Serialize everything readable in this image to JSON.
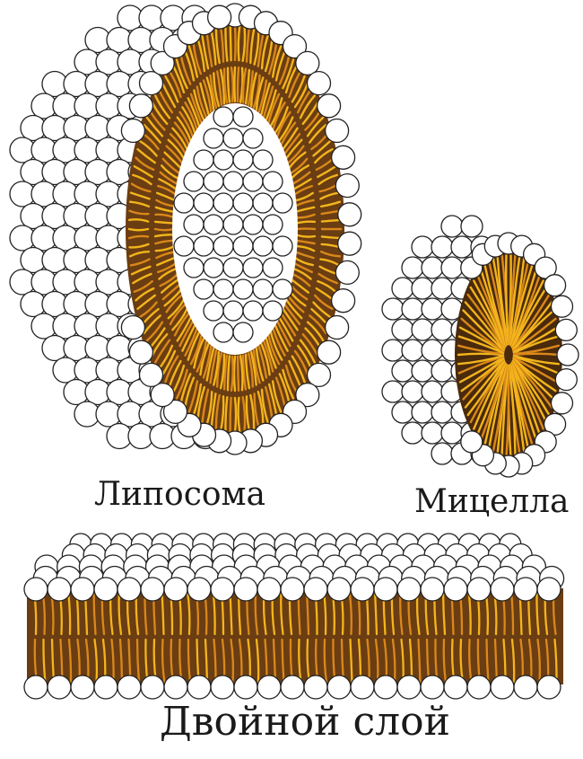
{
  "labels": {
    "liposome": "Липосома",
    "micelle": "Мицелла",
    "bilayer": "Двойной слой"
  },
  "colors": {
    "head_fill": "#ffffff",
    "head_stroke": "#222222",
    "tail_yellow": "#f2b51c",
    "tail_orange": "#d9881a",
    "core_brown": "#6b3d12",
    "core_dark": "#4a2a0c"
  }
}
